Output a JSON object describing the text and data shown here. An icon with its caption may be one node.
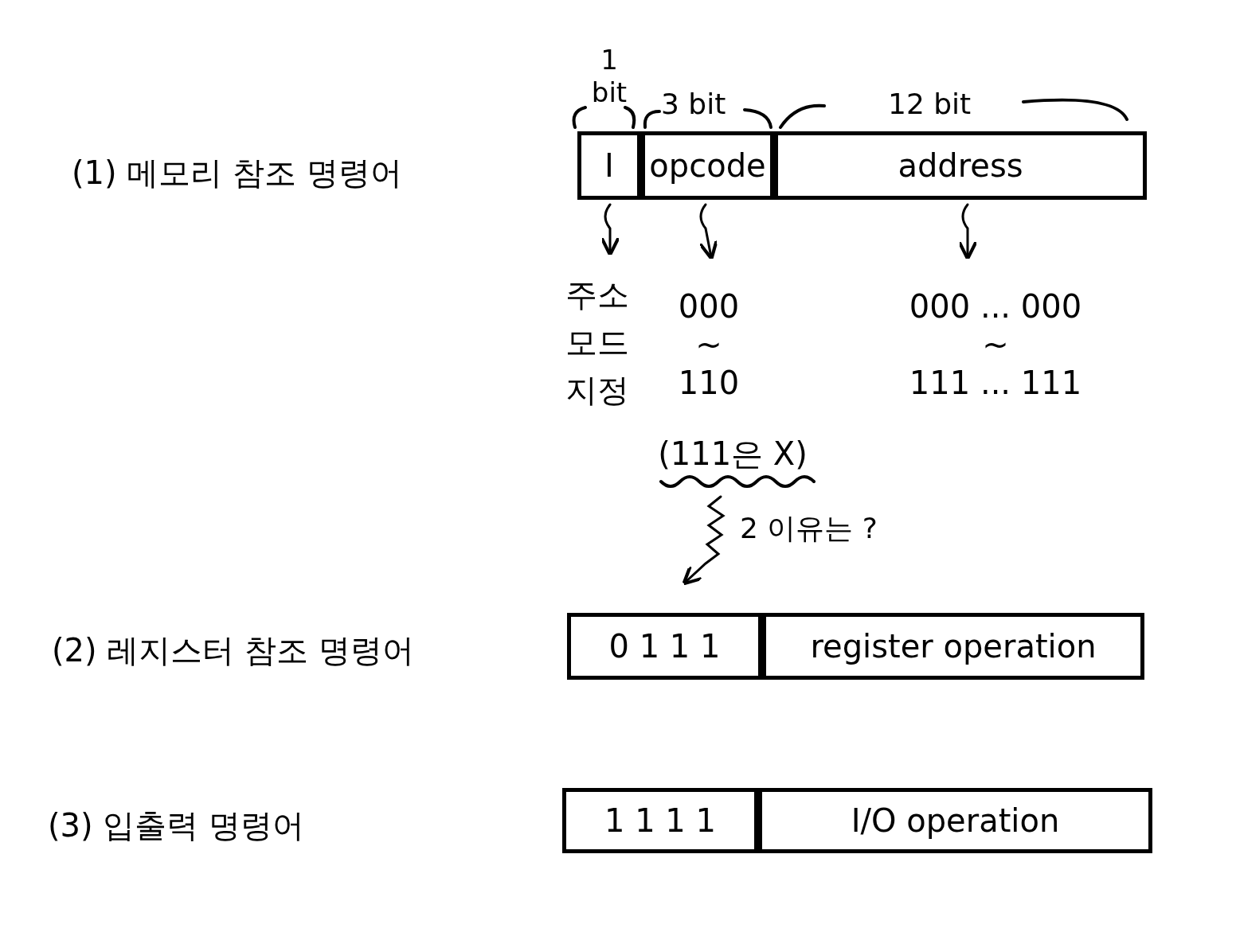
{
  "diagram": {
    "nodes": [
      {
        "text": [
          "I"
        ]
      },
      {
        "text": [
          "opcode"
        ]
      },
      {
        "text": [
          "address"
        ]
      },
      {
        "text": [
          "주소 모드 지정"
        ]
      },
      {
        "text": [
          "000",
          "~",
          "110"
        ]
      },
      {
        "text": [
          "000 ... 000",
          "~",
          "111 ... 111"
        ]
      },
      {
        "text": [
          "(111은 X)"
        ]
      },
      {
        "text": [
          "0 1 1 1"
        ]
      },
      {
        "text": [
          "register operation"
        ]
      },
      {
        "text": [
          "1 1 1 1"
        ]
      },
      {
        "text": [
          "I/O operation"
        ]
      }
    ],
    "edges": [
      {
        "from": 0,
        "to": 3,
        "arrow": "to"
      },
      {
        "from": 1,
        "to": 4,
        "arrow": "to"
      },
      {
        "from": 2,
        "to": 5,
        "arrow": "to"
      },
      {
        "from": 6,
        "to": 7,
        "arrow": "to",
        "label": "2 이유는 ?"
      }
    ],
    "labels": [
      "(1) 메모리 참조 명령어",
      "1 bit",
      "3 bit",
      "12 bit",
      "(2) 레지스터 참조 명령어",
      "(3) 입출력 명령어"
    ]
  }
}
